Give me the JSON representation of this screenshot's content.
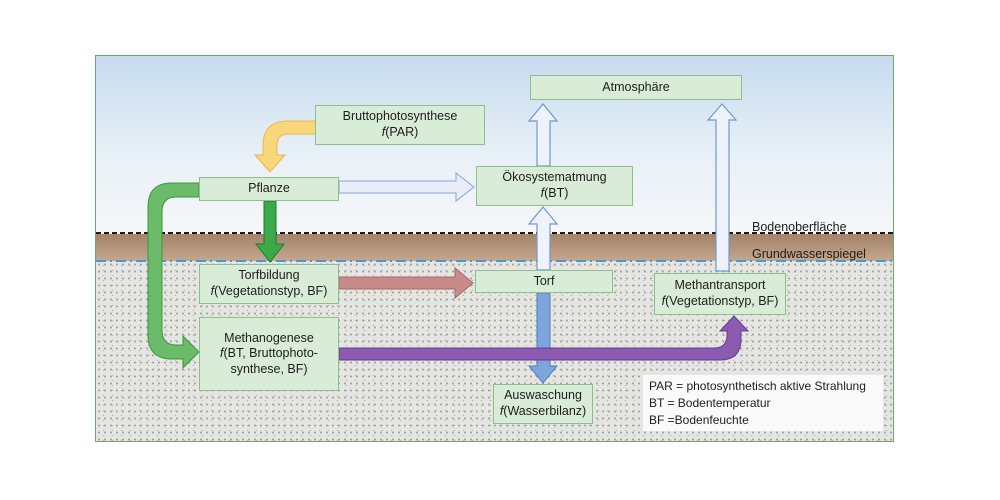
{
  "levels": {
    "surface": "Bodenoberfläche",
    "groundwater": "Grundwasserspiegel"
  },
  "boxes": {
    "atmosphere": {
      "line1": "Atmosphäre"
    },
    "gpp": {
      "line1": "Bruttophotosynthese",
      "fn": "f",
      "args": "(PAR)"
    },
    "plant": {
      "line1": "Pflanze"
    },
    "respiration": {
      "line1": "Ökosystematmung",
      "fn": "f",
      "args": "(BT)"
    },
    "peat_formation": {
      "line1": "Torfbildung",
      "fn": "f",
      "args": "(Vegetationstyp, BF)"
    },
    "peat": {
      "line1": "Torf"
    },
    "methane_transport": {
      "line1": "Methantransport",
      "fn": "f",
      "args": "(Vegetationstyp, BF)"
    },
    "methanogenesis": {
      "line1": "Methanogenese",
      "fn": "f",
      "args": "(BT, Bruttophoto-",
      "line3": "synthese, BF)"
    },
    "leaching": {
      "line1": "Auswaschung",
      "fn": "f",
      "args": "(Wasserbilanz)"
    }
  },
  "legend": [
    "PAR = photosynthetisch aktive Strahlung",
    "BT = Bodentemperatur",
    "BF =Bodenfeuchte"
  ],
  "colors": {
    "box_fill": "#d8ecd7",
    "box_border": "#8cbf8c",
    "arrow_yellow": "#f7d77a",
    "arrow_green": "#6bbb6b",
    "arrow_dark_green": "#2e9b3e",
    "arrow_blue": "#7fa6dc",
    "arrow_light_blue": "#e8eef8",
    "arrow_red": "#c78b89",
    "arrow_purple": "#8a5bb0",
    "groundwater_line": "#3f9ad6"
  }
}
